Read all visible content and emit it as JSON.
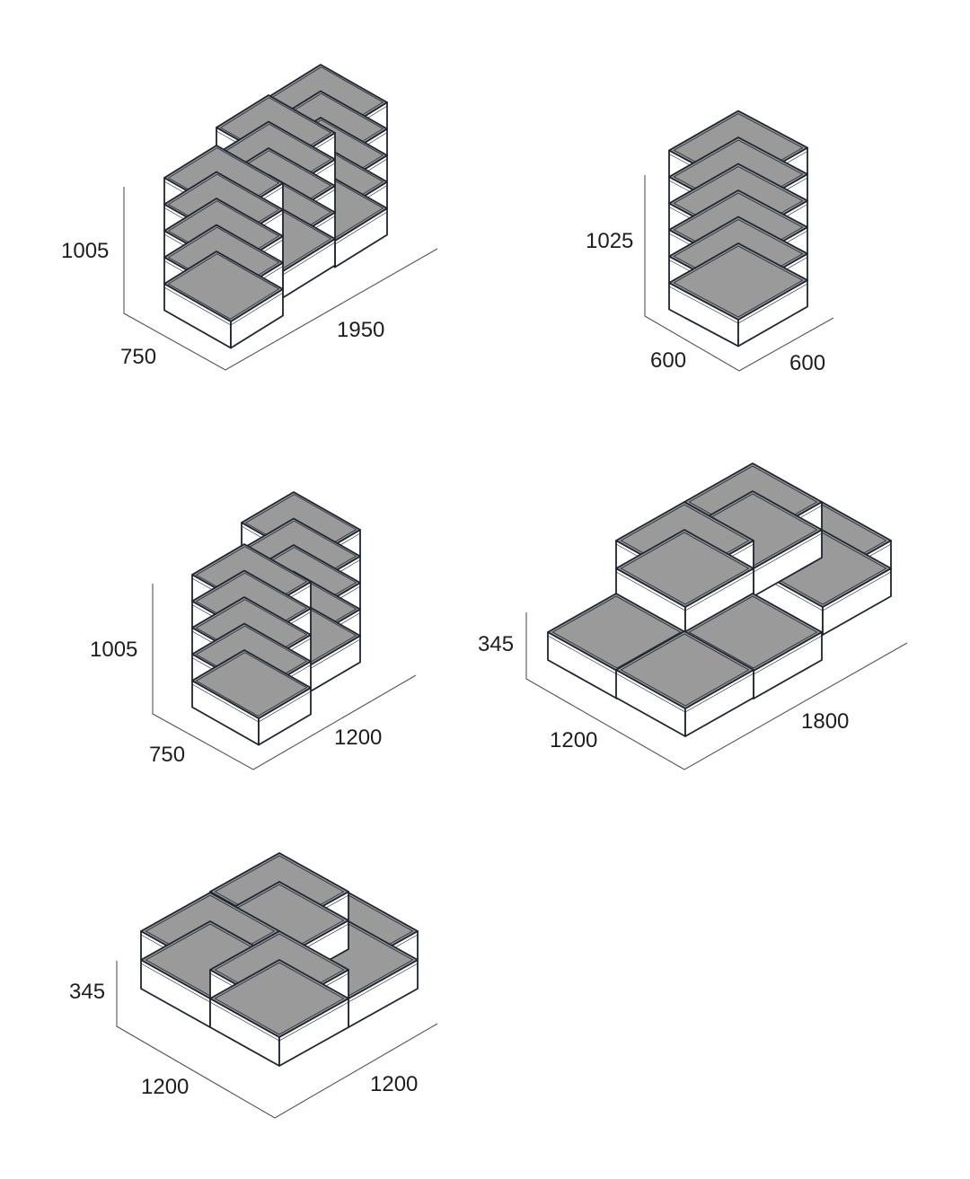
{
  "colors": {
    "top_face": "#9a9a9a",
    "side_face": "#ffffff",
    "outline": "#1f2530",
    "dimension_line": "#555555",
    "dimension_text": "#1e1e1e"
  },
  "configurations": [
    {
      "id": "config-1",
      "height": "1005",
      "depth": "750",
      "width": "1950"
    },
    {
      "id": "config-2",
      "height": "1025",
      "depth": "600",
      "width": "600"
    },
    {
      "id": "config-3",
      "height": "1005",
      "depth": "750",
      "width": "1200"
    },
    {
      "id": "config-4",
      "height": "345",
      "depth": "1200",
      "width": "1800"
    },
    {
      "id": "config-5",
      "height": "345",
      "depth": "1200",
      "width": "1200"
    }
  ]
}
